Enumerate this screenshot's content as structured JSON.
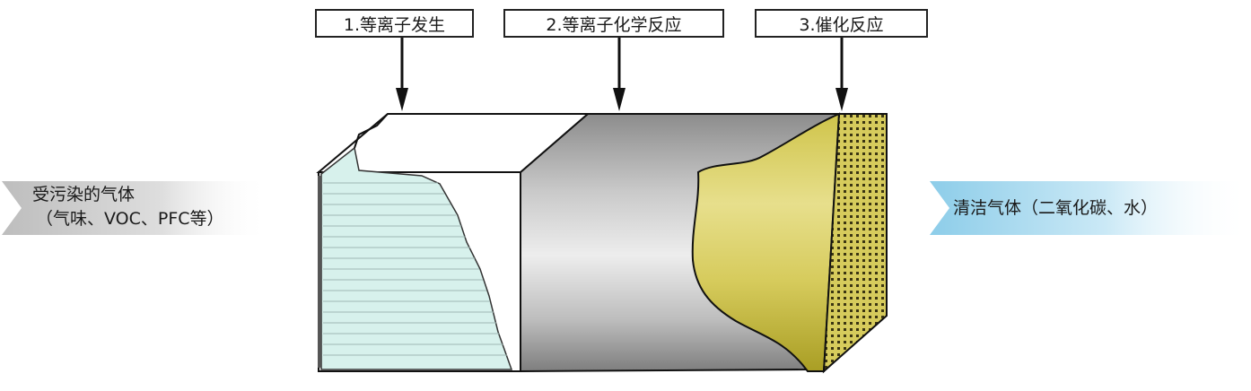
{
  "stages": [
    {
      "label": "1.等离子发生"
    },
    {
      "label": "2.等离子化学反应"
    },
    {
      "label": "3.催化反应"
    }
  ],
  "input": {
    "line1": "受污染的气体",
    "line2": "（气味、VOC、PFC等）",
    "color": "#c8c8c8"
  },
  "output": {
    "label": "清洁气体（二氧化碳、水）",
    "color": "#9fd6ef"
  },
  "colors": {
    "filter_teal": "#d7f1ec",
    "body_gray": "#9a9a9a",
    "catalyst_yellow": "#d8cd5a"
  }
}
